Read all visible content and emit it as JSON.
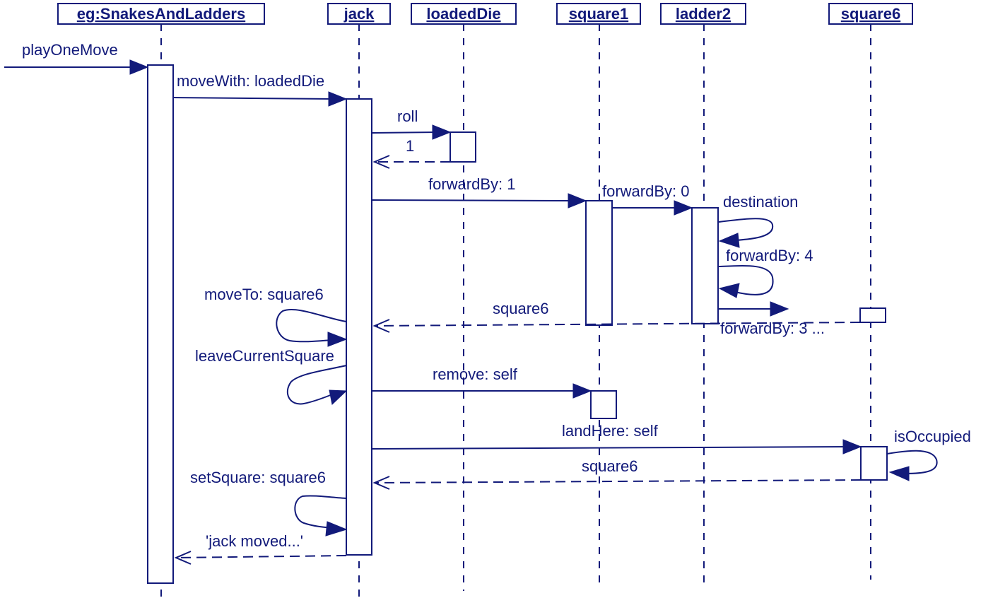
{
  "diagram": {
    "type": "UML sequence diagram",
    "color": "#121a7a",
    "objects": [
      {
        "id": "game",
        "label": "eg:SnakesAndLadders"
      },
      {
        "id": "jack",
        "label": "jack"
      },
      {
        "id": "loadedDie",
        "label": "loadedDie"
      },
      {
        "id": "square1",
        "label": "square1"
      },
      {
        "id": "ladder2",
        "label": "ladder2"
      },
      {
        "id": "square6",
        "label": "square6"
      }
    ],
    "messages": [
      {
        "id": "m1",
        "label": "playOneMove",
        "from": "external",
        "to": "game",
        "kind": "call"
      },
      {
        "id": "m2",
        "label": "moveWith: loadedDie",
        "from": "game",
        "to": "jack",
        "kind": "call"
      },
      {
        "id": "m3",
        "label": "roll",
        "from": "jack",
        "to": "loadedDie",
        "kind": "call"
      },
      {
        "id": "m4",
        "label": "1",
        "from": "loadedDie",
        "to": "jack",
        "kind": "return"
      },
      {
        "id": "m5",
        "label": "forwardBy: 1",
        "from": "jack",
        "to": "square1",
        "kind": "call"
      },
      {
        "id": "m6",
        "label": "forwardBy: 0",
        "from": "square1",
        "to": "ladder2",
        "kind": "call"
      },
      {
        "id": "m7",
        "label": "destination",
        "from": "ladder2",
        "to": "ladder2",
        "kind": "self"
      },
      {
        "id": "m8",
        "label": "forwardBy: 4",
        "from": "ladder2",
        "to": "ladder2",
        "kind": "self"
      },
      {
        "id": "m9",
        "label": "forwardBy: 3 ...",
        "from": "ladder2",
        "to": "square6",
        "kind": "call"
      },
      {
        "id": "m10",
        "label": "square6",
        "from": "square6",
        "to": "jack",
        "kind": "return"
      },
      {
        "id": "m11",
        "label": "moveTo: square6",
        "from": "jack",
        "to": "jack",
        "kind": "self"
      },
      {
        "id": "m12",
        "label": "leaveCurrentSquare",
        "from": "jack",
        "to": "jack",
        "kind": "self"
      },
      {
        "id": "m13",
        "label": "remove: self",
        "from": "jack",
        "to": "square1",
        "kind": "call"
      },
      {
        "id": "m14",
        "label": "landHere: self",
        "from": "jack",
        "to": "square6",
        "kind": "call"
      },
      {
        "id": "m15",
        "label": "isOccupied",
        "from": "square6",
        "to": "square6",
        "kind": "self"
      },
      {
        "id": "m16",
        "label": "square6",
        "from": "square6",
        "to": "jack",
        "kind": "return"
      },
      {
        "id": "m17",
        "label": "setSquare: square6",
        "from": "jack",
        "to": "jack",
        "kind": "self"
      },
      {
        "id": "m18",
        "label": "'jack moved...'",
        "from": "jack",
        "to": "game",
        "kind": "return"
      }
    ]
  }
}
